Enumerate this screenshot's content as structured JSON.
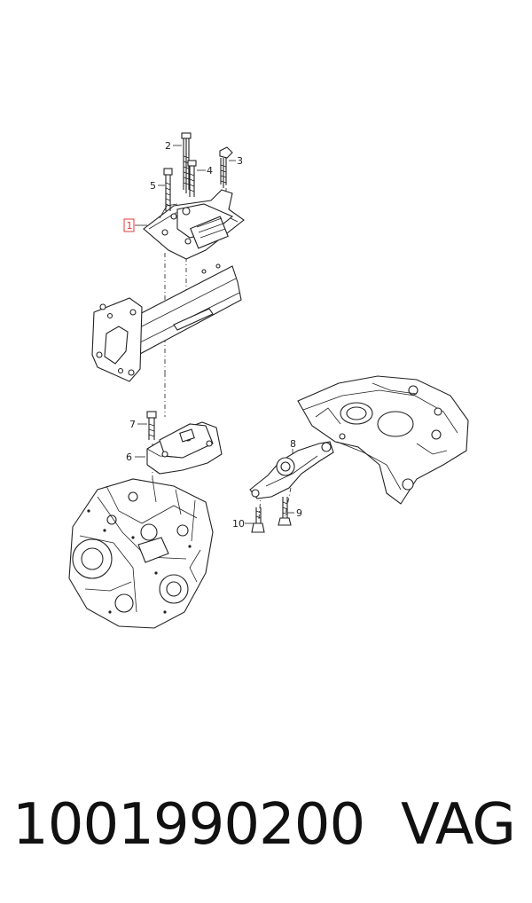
{
  "callouts": {
    "c1": "1",
    "c2": "2",
    "c3": "3",
    "c4": "4",
    "c5": "5",
    "c6": "6",
    "c7": "7",
    "c8": "8",
    "c9": "9",
    "c10": "10"
  },
  "highlight_color": "#e23b3b",
  "footer": {
    "part_number": "1001990200",
    "brand": "VAG"
  }
}
